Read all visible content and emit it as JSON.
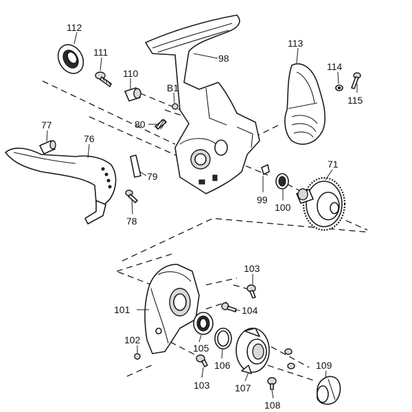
{
  "diagram": {
    "labels": {
      "p112": "112",
      "p111": "111",
      "p110": "110",
      "pB1": "B1",
      "p98": "98",
      "p113": "113",
      "p114": "114",
      "p115": "115",
      "p77": "77",
      "p76": "76",
      "p80": "80",
      "p79": "79",
      "p78": "78",
      "p99": "99",
      "p100": "100",
      "p71": "71",
      "p103a": "103",
      "p104": "104",
      "p101": "101",
      "p102": "102",
      "p105": "105",
      "p106": "106",
      "p103b": "103",
      "p107": "107",
      "p108": "108",
      "p109": "109"
    }
  }
}
